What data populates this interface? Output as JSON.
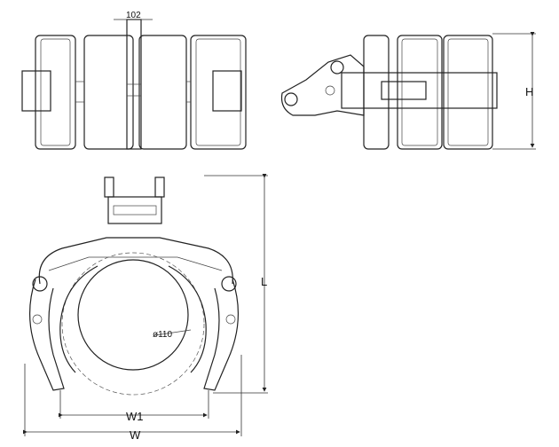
{
  "dimensions": {
    "top_gap": "102",
    "height": "H",
    "length": "L",
    "inner_width": "W1",
    "width": "W",
    "diameter": "ø110"
  }
}
